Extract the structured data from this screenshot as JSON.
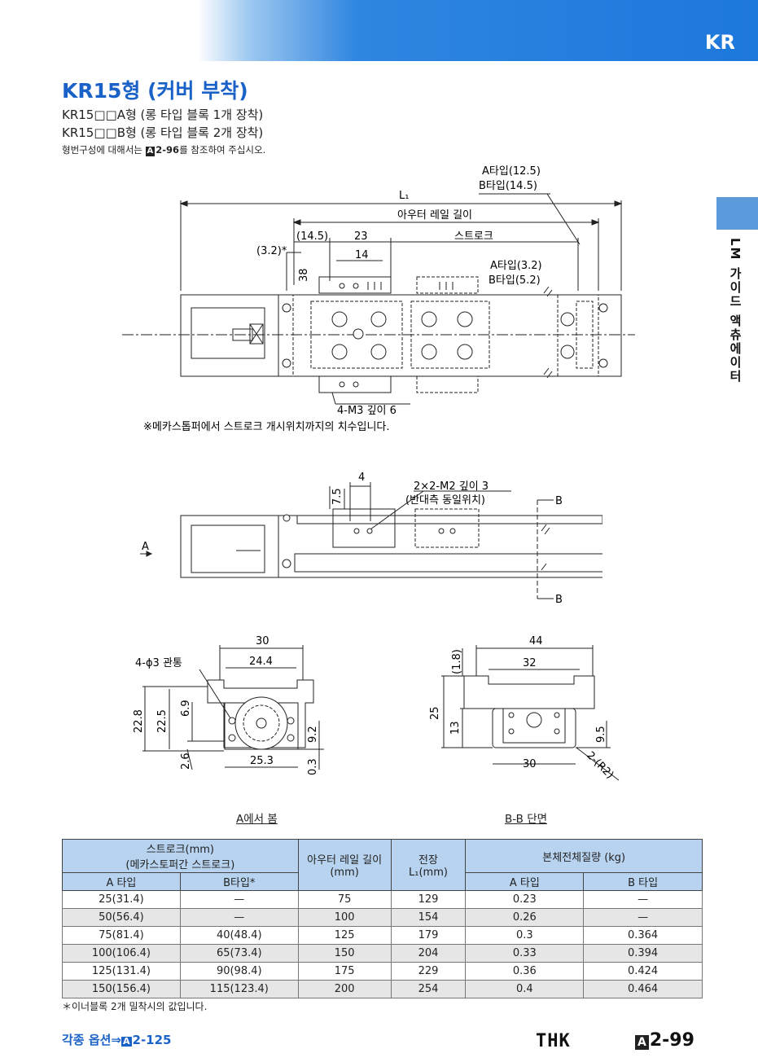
{
  "header": {
    "code": "KR"
  },
  "side": {
    "label": "LM 가이드 액츄에이터"
  },
  "title": "KR15형 (커버 부착)",
  "subtitles": [
    "KR15□□A형 (롱 타입 블록 1개 장착)",
    "KR15□□B형 (롱 타입 블록 2개 장착)"
  ],
  "model_note": {
    "pre": "형번구성에 대해서는 ",
    "ref_letter": "A",
    "ref": "2-96",
    "post": "를 참조하여 주십시오."
  },
  "drawing_top": {
    "a_type_1": "A타입(12.5)",
    "b_type_1": "B타입(14.5)",
    "l1": "L₁",
    "rail_length": "아우터 레일 길이",
    "d145": "(14.5)",
    "d23": "23",
    "stroke": "스트로크",
    "d32": "(3.2)*",
    "d14": "14",
    "d38": "38",
    "a_type_2": "A타입(3.2)",
    "b_type_2": "B타입(5.2)",
    "holes": "4-M3 깊이 6",
    "footnote": "※메카스톱퍼에서 스트로크 개시위치까지의 치수입니다."
  },
  "drawing_side": {
    "d4": "4",
    "d75": "7.5",
    "holes2": "2×2-M2 깊이 3",
    "opposite": "(반대측 동일위치)",
    "sec_b": "B",
    "view_a": "A"
  },
  "drawing_front": {
    "d30": "30",
    "holes3": "4-ϕ3 관통",
    "d244": "24.4",
    "d228": "22.8",
    "d225": "22.5",
    "d69": "6.9",
    "d92": "9.2",
    "d26": "2.6",
    "d253": "25.3",
    "d03": "0.3",
    "caption": "A에서 봄"
  },
  "drawing_section": {
    "d44": "44",
    "d18": "(1.8)",
    "d32": "32",
    "d25": "25",
    "d13": "13",
    "d95": "9.5",
    "d30": "30",
    "r2": "2-(R2)",
    "caption": "B-B 단면"
  },
  "table": {
    "h_stroke": "스트로크(mm)",
    "h_stroke_sub": "(메카스토퍼간 스트로크)",
    "h_rail": "아우터 레일 길이",
    "h_rail_unit": "(mm)",
    "h_total": "전장",
    "h_total_unit": "L₁(mm)",
    "h_mass": "본체전체질량 (kg)",
    "h_a": "A 타입",
    "h_b": "B타입*",
    "h_ma": "A 타입",
    "h_mb": "B 타입",
    "rows": [
      [
        "25(31.4)",
        "—",
        "75",
        "129",
        "0.23",
        "—"
      ],
      [
        "50(56.4)",
        "—",
        "100",
        "154",
        "0.26",
        "—"
      ],
      [
        "75(81.4)",
        "40(48.4)",
        "125",
        "179",
        "0.3",
        "0.364"
      ],
      [
        "100(106.4)",
        "65(73.4)",
        "150",
        "204",
        "0.33",
        "0.394"
      ],
      [
        "125(131.4)",
        "90(98.4)",
        "175",
        "229",
        "0.36",
        "0.424"
      ],
      [
        "150(156.4)",
        "115(123.4)",
        "200",
        "254",
        "0.4",
        "0.464"
      ]
    ]
  },
  "table_note": "＊이너블록 2개 밀착시의 값입니다.",
  "footer": {
    "options": "각종 옵션⇒",
    "options_letter": "A",
    "options_ref": "2-125",
    "logo": "THK",
    "page_letter": "A",
    "page": "2-99"
  }
}
